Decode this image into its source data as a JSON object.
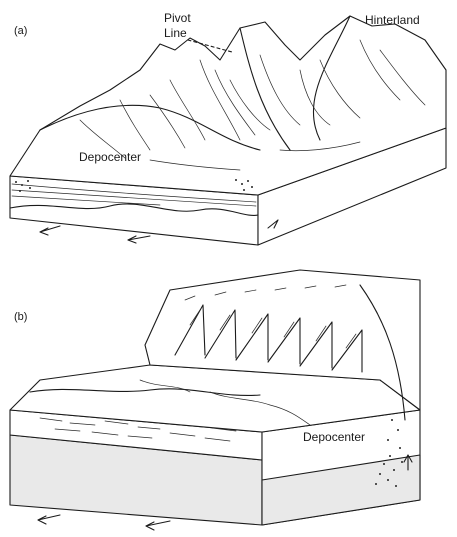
{
  "panels": [
    {
      "id": "a",
      "label": "(a)",
      "labels": {
        "pivot_line_1": "Pivot",
        "pivot_line_2": "Line",
        "hinterland": "Hinterland",
        "depocenter": "Depocenter"
      }
    },
    {
      "id": "b",
      "label": "(b)",
      "labels": {
        "depocenter": "Depocenter"
      }
    }
  ],
  "colors": {
    "ink": "#1b1b1b",
    "background": "#ffffff",
    "basement_shade": "#e9e9e9"
  }
}
